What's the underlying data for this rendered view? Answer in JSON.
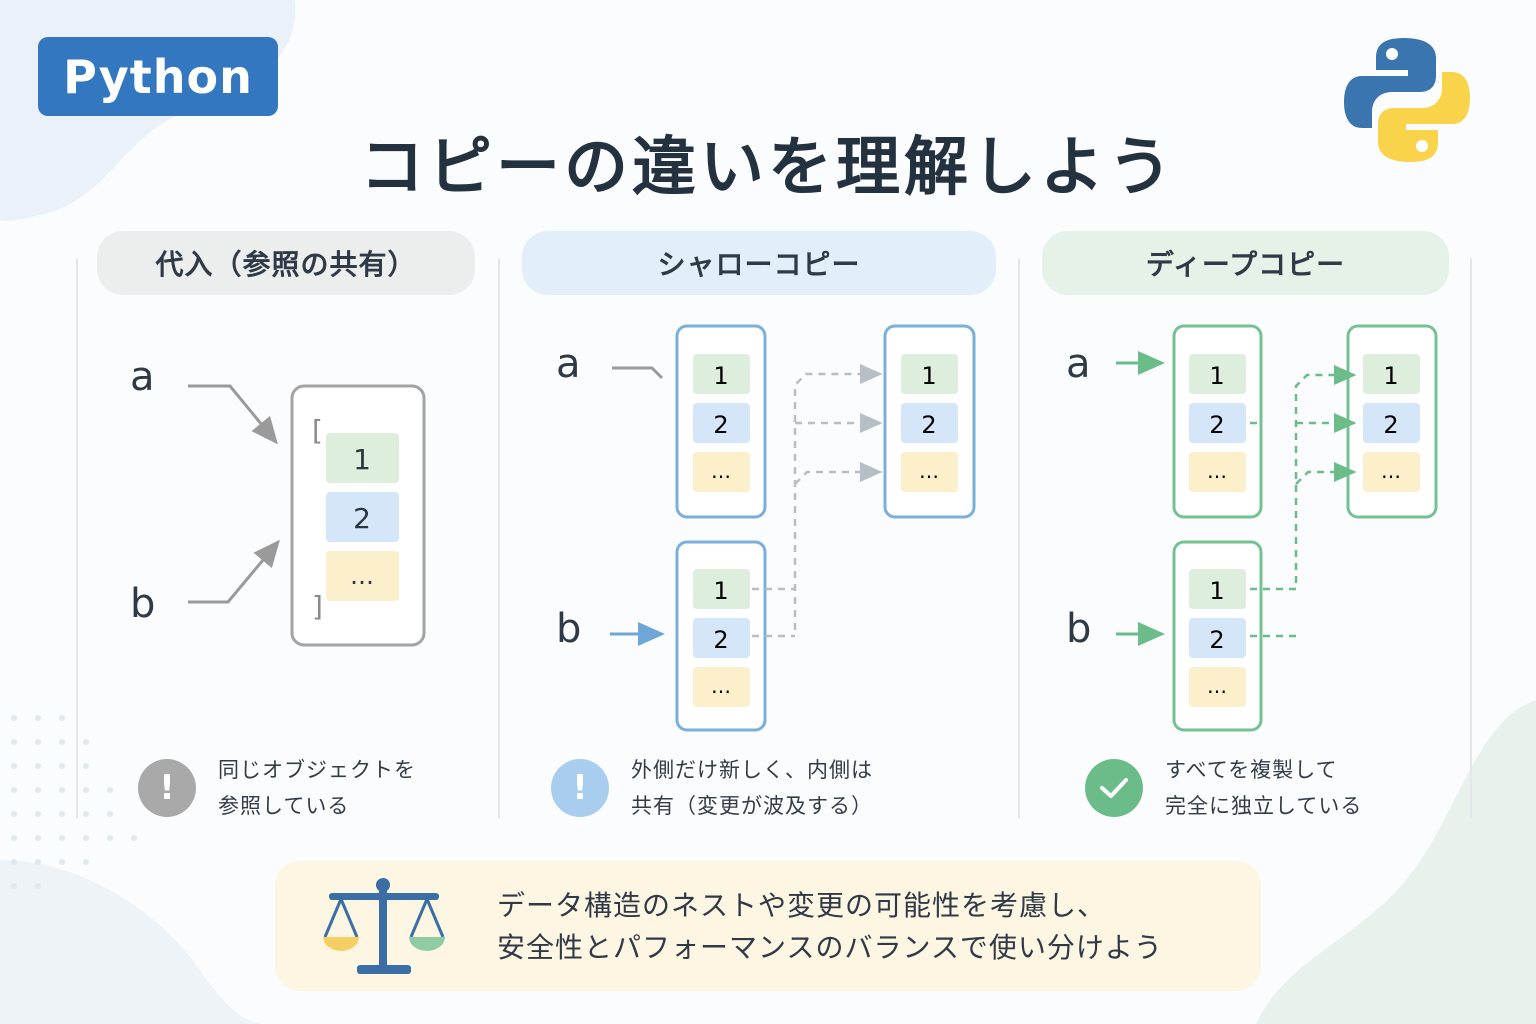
{
  "badge": "Python",
  "title": "コピーの違いを理解しよう",
  "columns": [
    {
      "heading": "代入（参照の共有）",
      "vars": [
        "a",
        "b"
      ],
      "brackets": [
        "[",
        "]"
      ],
      "elements": [
        "1",
        "2",
        "…"
      ],
      "note": "同じオブジェクトを\n参照している",
      "note_icon": "!"
    },
    {
      "heading": "シャローコピー",
      "vars": [
        "a",
        "b"
      ],
      "elements": [
        "1",
        "2",
        "…"
      ],
      "note": "外側だけ新しく、内側は\n共有（変更が波及する）",
      "note_icon": "!"
    },
    {
      "heading": "ディープコピー",
      "vars": [
        "a",
        "b"
      ],
      "elements": [
        "1",
        "2",
        "…"
      ],
      "note": "すべてを複製して\n完全に独立している",
      "note_icon": "check-icon"
    }
  ],
  "bottom": {
    "text": "データ構造のネストや変更の可能性を考慮し、\n安全性とパフォーマンスのバランスで使い分けよう",
    "icon": "balance-scale-icon"
  },
  "colors": {
    "python_blue": "#3277bf",
    "python_yellow": "#f9d34a",
    "assign_gray": "#9a9a9a",
    "shallow_blue": "#7aaedb",
    "deep_green": "#74c293",
    "item_green": "#ddeedd",
    "item_blue": "#d4e6f7",
    "item_yellow": "#fcefcc"
  }
}
